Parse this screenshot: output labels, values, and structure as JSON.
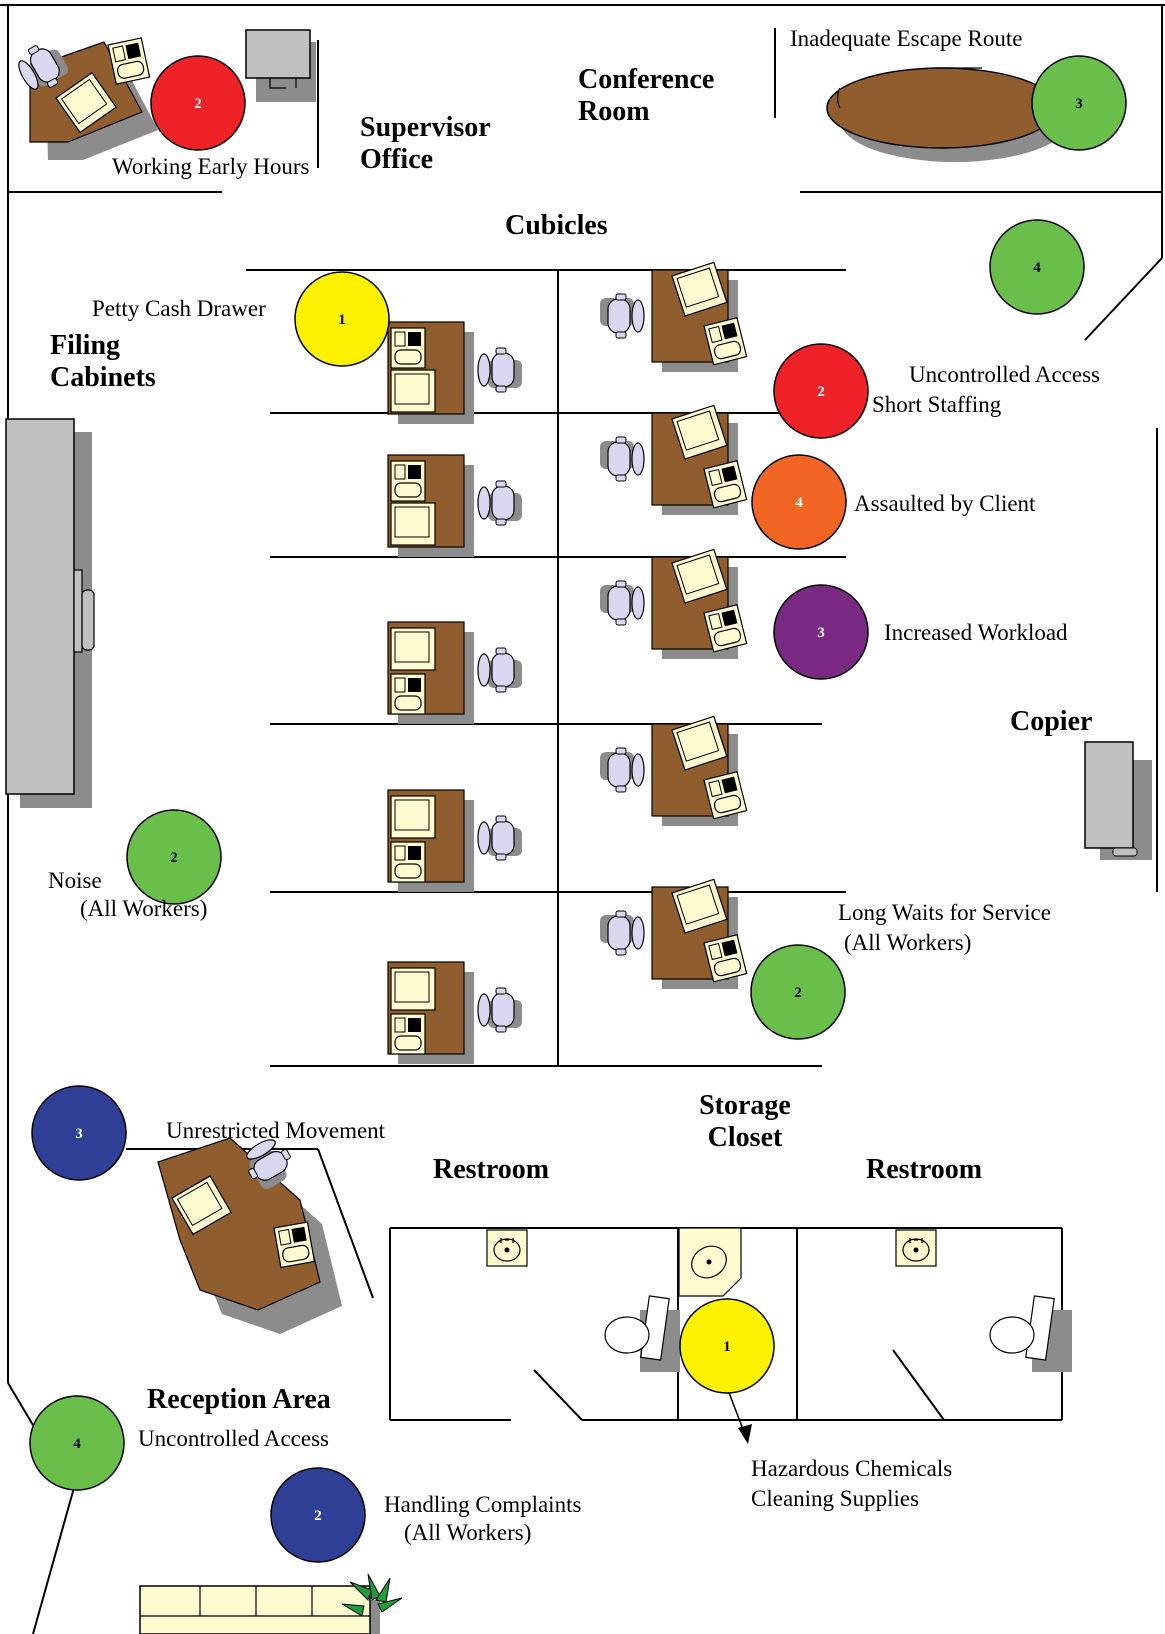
{
  "areas": {
    "supervisor_office": "Supervisor Office",
    "conference_room": "Conference Room",
    "cubicles": "Cubicles",
    "filing_cabinets": "Filing Cabinets",
    "copier": "Copier",
    "storage_closet": "Storage Closet",
    "restroom_left": "Restroom",
    "restroom_right": "Restroom",
    "reception_area": "Reception Area"
  },
  "hazard_labels": {
    "working_early_hours": "Working Early Hours",
    "inadequate_escape_route": "Inadequate Escape Route",
    "petty_cash_drawer": "Petty Cash Drawer",
    "uncontrolled_access_top": "Uncontrolled Access",
    "short_staffing": "Short Staffing",
    "assaulted_by_client": "Assaulted by Client",
    "increased_workload": "Increased Workload",
    "noise": "Noise",
    "noise_sub": "(All Workers)",
    "long_waits": "Long Waits for Service",
    "long_waits_sub": "(All Workers)",
    "unrestricted_movement": "Unrestricted Movement",
    "uncontrolled_access_reception": "Uncontrolled Access",
    "handling_complaints": "Handling Complaints",
    "handling_complaints_sub": "(All Workers)",
    "hazardous_chemicals": "Hazardous Chemicals",
    "cleaning_supplies": "Cleaning Supplies"
  },
  "marker_colors": {
    "red": "#ee2227",
    "green": "#6abf4b",
    "yellow": "#fff200",
    "orange": "#f26522",
    "purple": "#7b2a83",
    "blue": "#2e3f95"
  },
  "markers": [
    {
      "id": "working-early-hours",
      "number": "2",
      "color": "red"
    },
    {
      "id": "inadequate-escape-route",
      "number": "3",
      "color": "green"
    },
    {
      "id": "uncontrolled-access-top",
      "number": "4",
      "color": "green"
    },
    {
      "id": "petty-cash-drawer",
      "number": "1",
      "color": "yellow"
    },
    {
      "id": "short-staffing",
      "number": "2",
      "color": "red"
    },
    {
      "id": "assaulted-by-client",
      "number": "4",
      "color": "orange"
    },
    {
      "id": "increased-workload",
      "number": "3",
      "color": "purple"
    },
    {
      "id": "noise",
      "number": "2",
      "color": "green"
    },
    {
      "id": "long-waits",
      "number": "2",
      "color": "green"
    },
    {
      "id": "unrestricted-movement",
      "number": "3",
      "color": "blue"
    },
    {
      "id": "hazardous-chemicals",
      "number": "1",
      "color": "yellow"
    },
    {
      "id": "uncontrolled-access-reception",
      "number": "4",
      "color": "green"
    },
    {
      "id": "handling-complaints",
      "number": "2",
      "color": "blue"
    }
  ],
  "icons": {
    "desk": "desk-icon",
    "chair": "office-chair-icon",
    "monitor": "computer-monitor-icon",
    "phone": "telephone-icon",
    "tv": "television-icon",
    "table": "conference-table-icon",
    "cabinet": "filing-cabinet-icon",
    "copier": "copier-icon",
    "sink": "sink-icon",
    "toilet": "toilet-icon",
    "sofa": "sofa-icon",
    "plant": "potted-plant-icon"
  }
}
